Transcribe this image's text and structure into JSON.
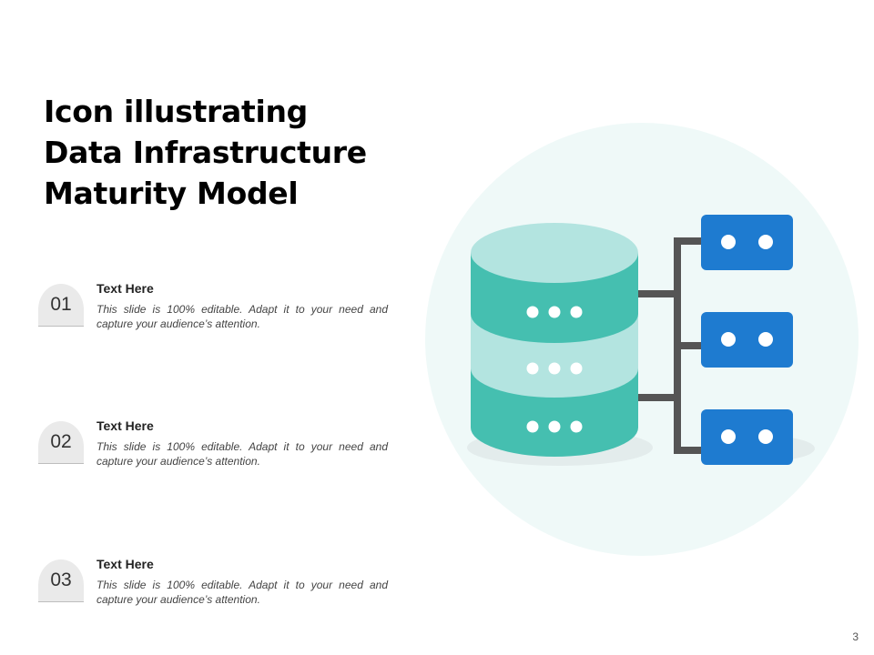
{
  "slide": {
    "title_lines": [
      "Icon illustrating",
      "Data Infrastructure",
      "Maturity Model"
    ],
    "items": [
      {
        "number": "01",
        "title": "Text Here",
        "description": "This slide is 100% editable. Adapt it to your need and capture your audience’s attention."
      },
      {
        "number": "02",
        "title": "Text Here",
        "description": "This slide is 100% editable. Adapt it to your need and capture your audience’s attention."
      },
      {
        "number": "03",
        "title": "Text Here",
        "description": "This slide is 100% editable. Adapt it to your need and capture your audience’s attention."
      }
    ],
    "page_number": "3"
  },
  "icons": {
    "main": "database-network-icon",
    "database": "database-cylinder-icon",
    "server": "server-node-icon"
  },
  "colors": {
    "background_circle": "#eff9f8",
    "cylinder_dark": "#45bfb0",
    "cylinder_light": "#b3e4e0",
    "connector": "#555555",
    "server": "#1e7bd0",
    "dot": "#ffffff",
    "badge": "#eaeaea"
  }
}
